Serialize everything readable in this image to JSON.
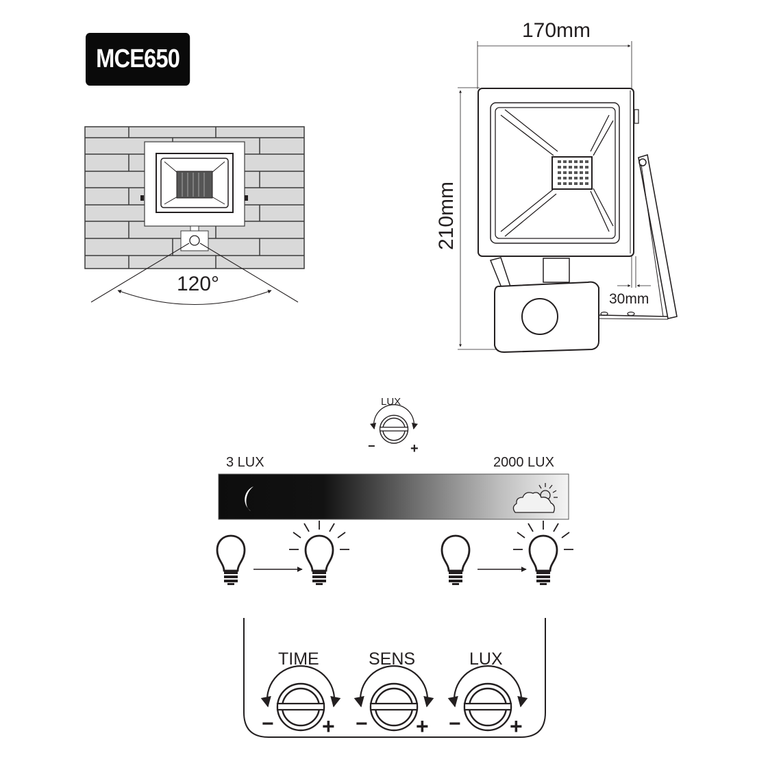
{
  "model": {
    "name": "MCE650"
  },
  "wall_view": {
    "detection_angle": "120°",
    "colors": {
      "brick": "#d9d9d9",
      "mortar": "#3a3a3a"
    }
  },
  "dimension_view": {
    "width": "170mm",
    "height": "210mm",
    "depth": "30mm"
  },
  "lux_scale": {
    "knob_label": "LUX",
    "min_label": "3 LUX",
    "max_label": "2000 LUX",
    "minus": "−",
    "plus": "+",
    "left_icon": "moon-icon",
    "right_icon": "cloud-sun-icon",
    "transitions": [
      {
        "from": "bulb-off-icon",
        "to": "bulb-on-icon"
      },
      {
        "from": "bulb-off-icon",
        "to": "bulb-on-icon"
      }
    ]
  },
  "control_panel": {
    "knobs": [
      {
        "label": "TIME",
        "minus": "−",
        "plus": "+"
      },
      {
        "label": "SENS",
        "minus": "−",
        "plus": "+"
      },
      {
        "label": "LUX",
        "minus": "−",
        "plus": "+"
      }
    ]
  }
}
